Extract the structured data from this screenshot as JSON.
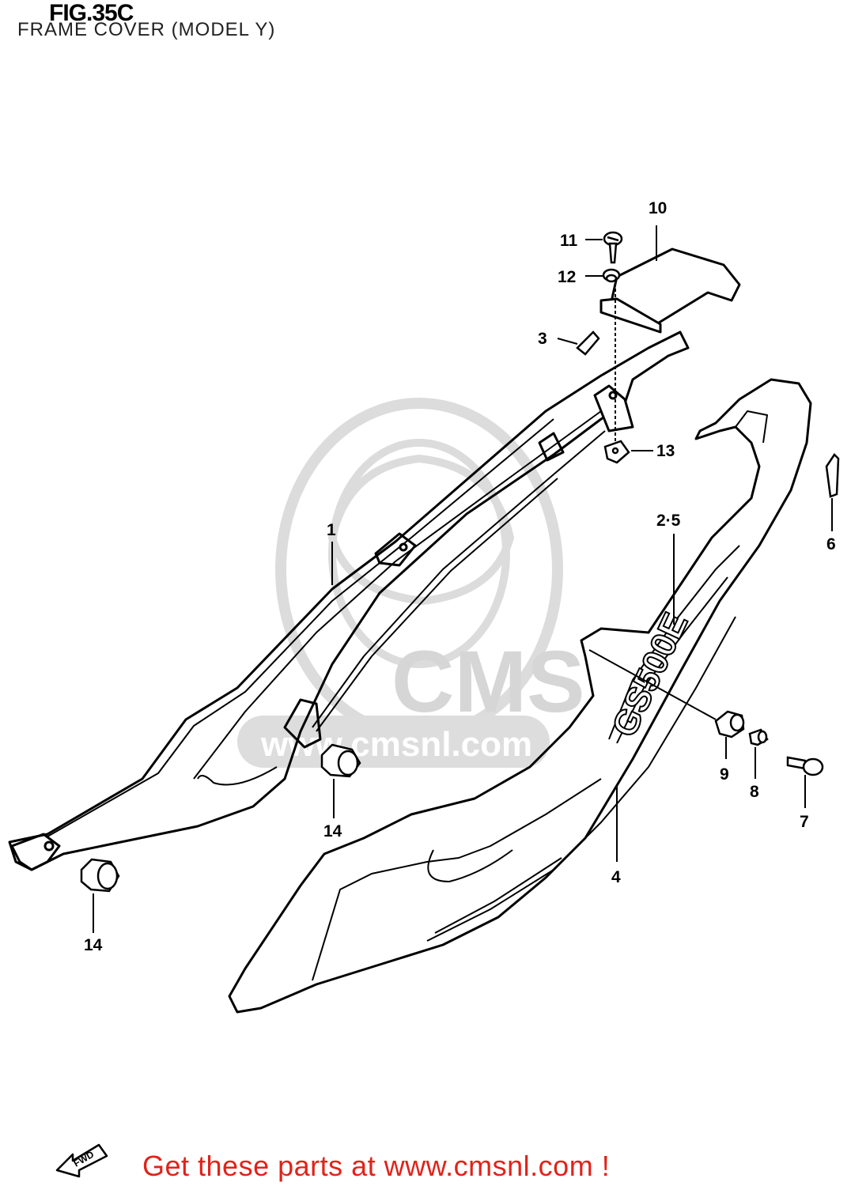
{
  "figure": {
    "title": "FIG.35C",
    "subtitle": "FRAME COVER (MODEL Y)"
  },
  "watermark": {
    "brand": "CMS",
    "url": "www.cmsnl.com"
  },
  "decal_text": "GS500E",
  "callouts": {
    "c1": "1",
    "c2_5": "2·5",
    "c3": "3",
    "c4": "4",
    "c6": "6",
    "c7": "7",
    "c8": "8",
    "c9": "9",
    "c10": "10",
    "c11": "11",
    "c12": "12",
    "c13": "13",
    "c14a": "14",
    "c14b": "14"
  },
  "direction_label": "FWD",
  "footer": {
    "link_text": "Get these parts at www.cmsnl.com !"
  },
  "colors": {
    "line": "#000000",
    "watermark": "#d9d9d9",
    "footer_text": "#e0231a",
    "background": "#ffffff"
  }
}
